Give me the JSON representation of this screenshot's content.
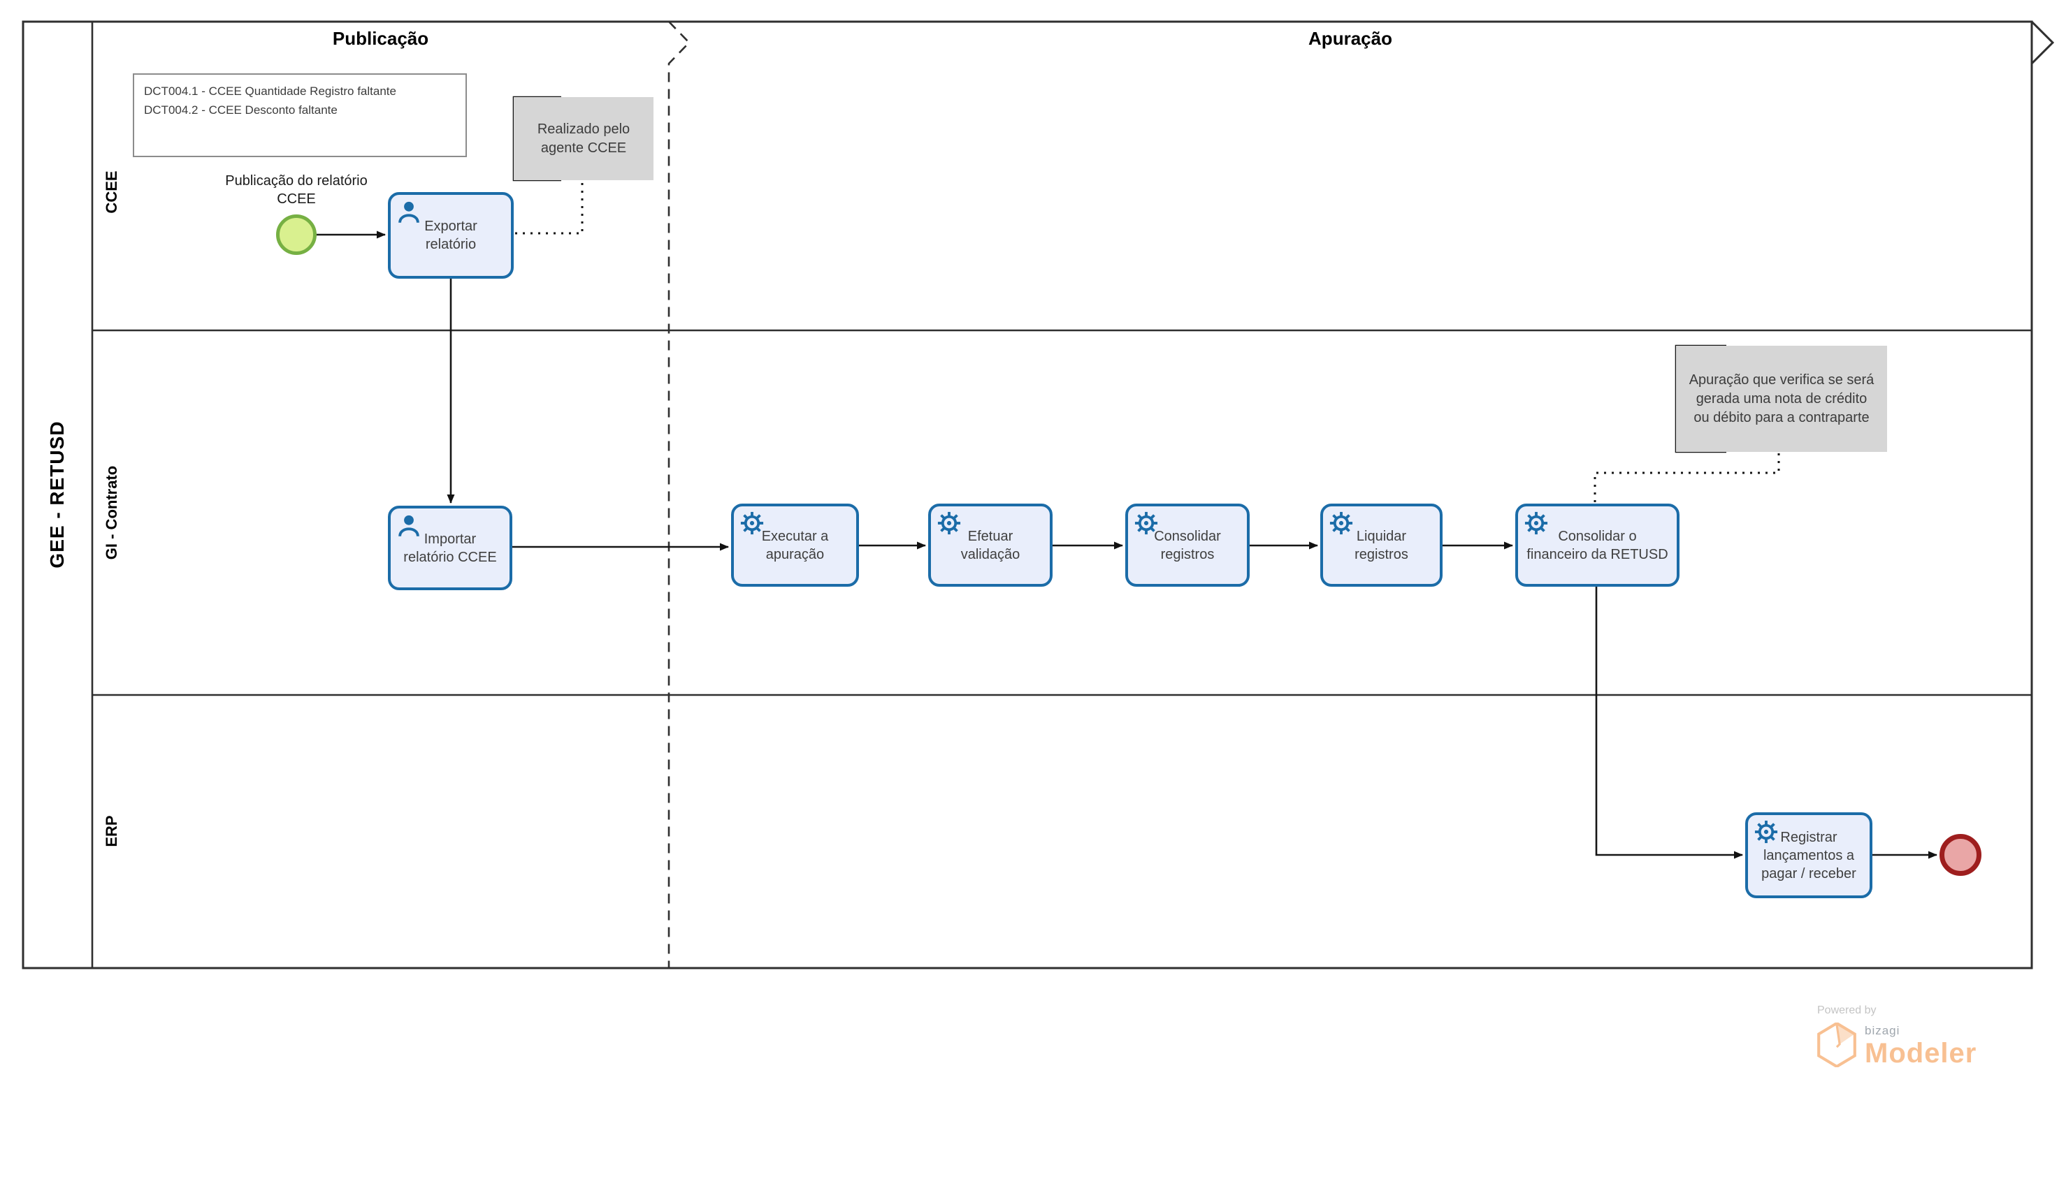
{
  "diagram": {
    "pool_label": "GEE - RETUSD",
    "phases": [
      {
        "label": "Publicação"
      },
      {
        "label": "Apuração"
      }
    ],
    "lanes": [
      {
        "label": "CCEE"
      },
      {
        "label": "GI - Contrato"
      },
      {
        "label": "ERP"
      }
    ],
    "start_event": {
      "label": "Publicação do relatório\nCCEE"
    },
    "tasks": [
      {
        "id": "exportar-relatorio",
        "type": "user",
        "label": "Exportar\nrelatório"
      },
      {
        "id": "importar-relatorio-ccee",
        "type": "user",
        "label": "Importar\nrelatório CCEE"
      },
      {
        "id": "executar-apuracao",
        "type": "service",
        "label": "Executar a\napuração"
      },
      {
        "id": "efetuar-validacao",
        "type": "service",
        "label": "Efetuar\nvalidação"
      },
      {
        "id": "consolidar-registros",
        "type": "service",
        "label": "Consolidar\nregistros"
      },
      {
        "id": "liquidar-registros",
        "type": "service",
        "label": "Liquidar\nregistros"
      },
      {
        "id": "consolidar-financeiro",
        "type": "service",
        "label": "Consolidar o\nfinanceiro da RETUSD"
      },
      {
        "id": "registrar-lancamentos",
        "type": "service",
        "label": "Registrar\nlançamentos a\npagar / receber"
      }
    ],
    "annotations": [
      {
        "id": "dct-note",
        "text": "DCT004.1 - CCEE Quantidade Registro faltante\nDCT004.2 - CCEE Desconto faltante"
      },
      {
        "id": "realizado-note",
        "text": "Realizado pelo\nagente CCEE"
      },
      {
        "id": "nota-credito-note",
        "text": "Apuração que verifica se será\ngerada uma nota de crédito\nou débito para a contraparte"
      }
    ],
    "colors": {
      "task_fill": "#E9EEFB",
      "task_border": "#1B6CA8",
      "start_fill": "#D9F08F",
      "start_border": "#76B043",
      "end_fill": "#E9A6A6",
      "end_border": "#9E1E1E",
      "annotation_gray": "#D6D6D6",
      "brand_orange": "#F8C092"
    }
  },
  "footer": {
    "powered_by": "Powered by",
    "brand": "bizagi",
    "product": "Modeler"
  }
}
